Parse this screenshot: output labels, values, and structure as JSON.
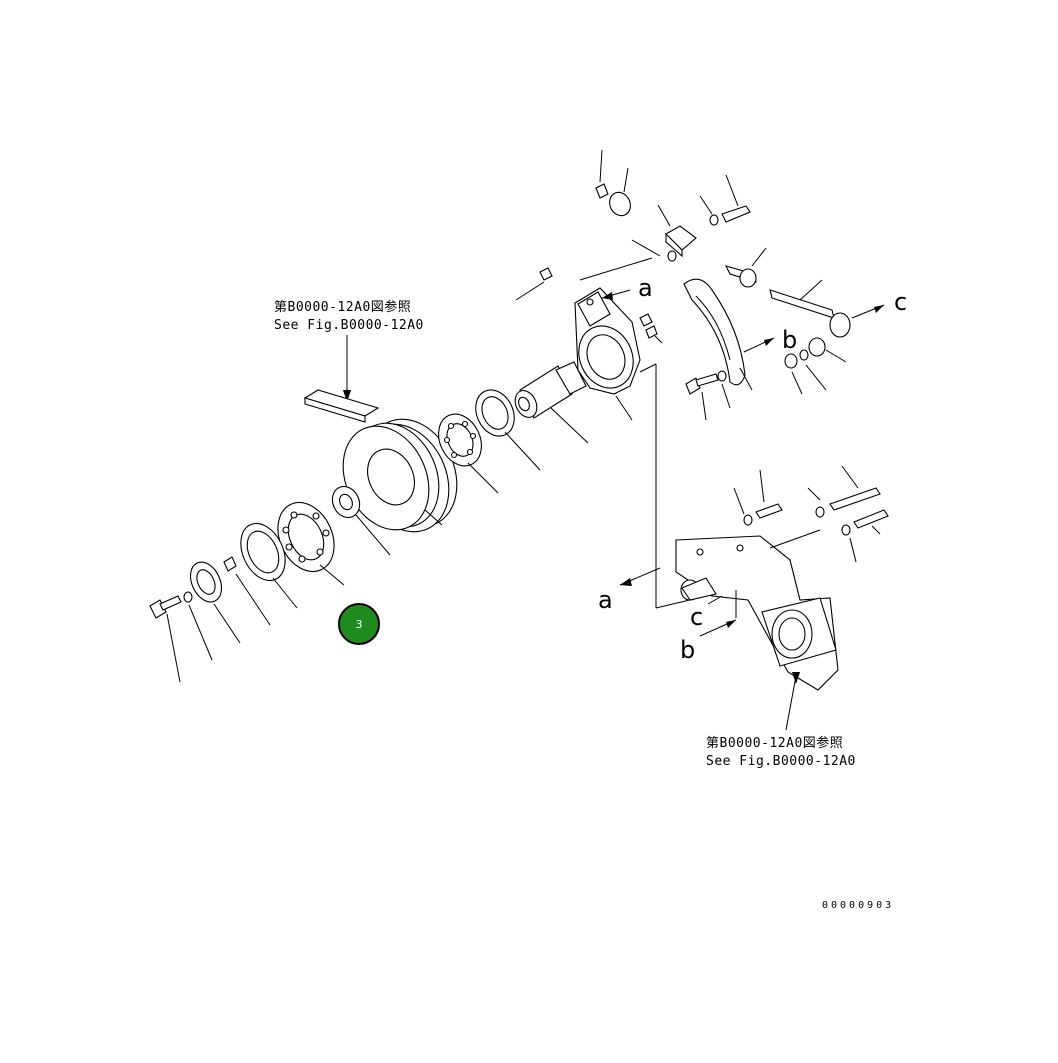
{
  "figure": {
    "reference_top": {
      "line1": "第B0000-12A0図参照",
      "line2": "See Fig.B0000-12A0"
    },
    "reference_bottom": {
      "line1": "第B0000-12A0図参照",
      "line2": "See Fig.B0000-12A0"
    },
    "connectors": {
      "a_top": "a",
      "a_bottom": "a",
      "b_top": "b",
      "b_bottom": "b",
      "c_top": "c",
      "c_bottom": "c"
    },
    "callout": {
      "number": "3",
      "color": "#1e8c1e"
    },
    "doc_number": "00000903"
  }
}
